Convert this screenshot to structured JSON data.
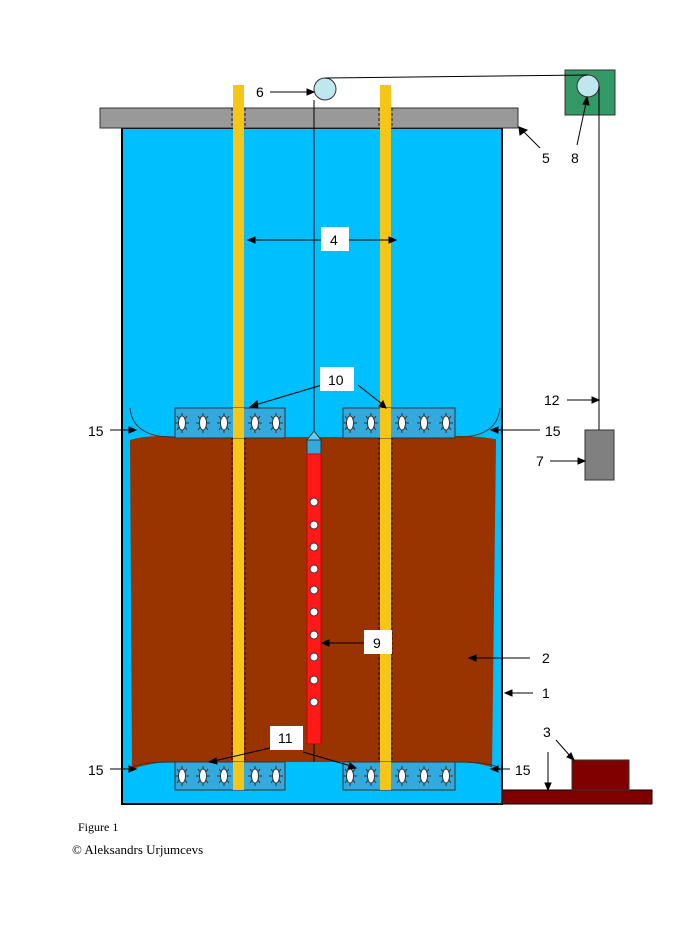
{
  "labels": {
    "l1": "1",
    "l2": "2",
    "l3": "3",
    "l4": "4",
    "l5": "5",
    "l6": "6",
    "l7": "7",
    "l8": "8",
    "l9": "9",
    "l10": "10",
    "l11": "11",
    "l12": "12",
    "l15": "15"
  },
  "caption": {
    "figure": "Figure 1",
    "copyright": "© Aleksandrs Urjumcevs"
  },
  "colors": {
    "water": "#00bfff",
    "sludge": "#993300",
    "lid": "#999999",
    "rod": "#f5c518",
    "tube": "#ff1a1a",
    "base": "#800000",
    "motor": "#339966",
    "pulley": "#c0e6ee",
    "weight": "#808080"
  }
}
